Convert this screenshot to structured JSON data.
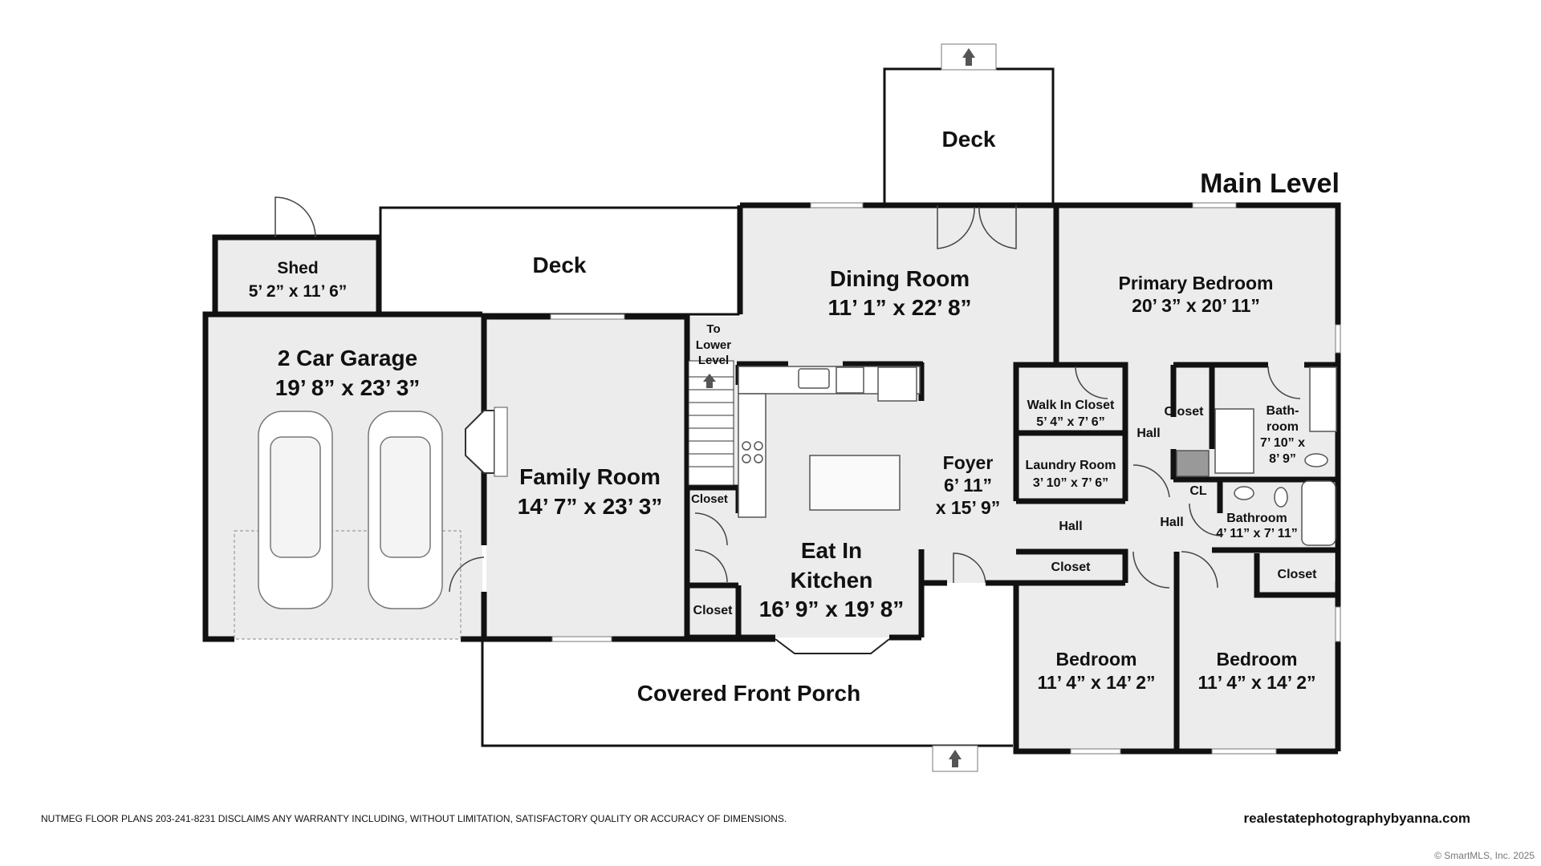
{
  "plan": {
    "level_title": "Main Level",
    "rooms": {
      "deck_top": {
        "name": "Deck"
      },
      "deck_left": {
        "name": "Deck"
      },
      "shed": {
        "name": "Shed",
        "dims": "5’ 2” x 11’ 6”"
      },
      "garage": {
        "name": "2 Car Garage",
        "dims": "19’ 8” x 23’ 3”"
      },
      "family_room": {
        "name": "Family Room",
        "dims": "14’ 7” x 23’ 3”"
      },
      "dining_room": {
        "name": "Dining Room",
        "dims": "11’ 1” x 22’ 8”"
      },
      "primary_bedroom": {
        "name": "Primary Bedroom",
        "dims": "20’ 3” x 20’ 11”"
      },
      "stairs": {
        "line1": "To",
        "line2": "Lower",
        "line3": "Level"
      },
      "kitchen": {
        "line1": "Eat In",
        "line2": "Kitchen",
        "dims": "16’ 9” x 19’ 8”"
      },
      "foyer": {
        "name": "Foyer",
        "dims1": "6’ 11”",
        "dims2": "x 15’ 9”"
      },
      "walk_in_closet": {
        "name": "Walk In Closet",
        "dims": "5’ 4” x 7’ 6”"
      },
      "laundry": {
        "name": "Laundry Room",
        "dims": "3’ 10” x 7’ 6”"
      },
      "primary_bath": {
        "line1": "Bath-",
        "line2": "room",
        "dims1": "7’ 10” x",
        "dims2": "8’ 9”"
      },
      "bathroom": {
        "name": "Bathroom",
        "dims": "4’ 11” x 7’ 11”"
      },
      "bedroom_left": {
        "name": "Bedroom",
        "dims": "11’ 4” x 14’ 2”"
      },
      "bedroom_right": {
        "name": "Bedroom",
        "dims": "11’ 4” x 14’ 2”"
      },
      "porch": {
        "name": "Covered Front Porch"
      }
    },
    "small_labels": {
      "closet_stair": "Closet",
      "closet_kitchen": "Closet",
      "closet_hall": "Closet",
      "closet_primary": "Closet",
      "closet_bedroom": "Closet",
      "hall_center": "Hall",
      "hall_right": "Hall",
      "hall_primary": "Hall",
      "cl": "CL"
    }
  },
  "footer": {
    "disclaimer": "NUTMEG FLOOR PLANS 203-241-8231 DISCLAIMS ANY WARRANTY INCLUDING, WITHOUT LIMITATION, SATISFACTORY QUALITY OR ACCURACY OF DIMENSIONS.",
    "website": "realestatephotographybyanna.com",
    "copyright": "© SmartMLS, Inc.  2025"
  }
}
